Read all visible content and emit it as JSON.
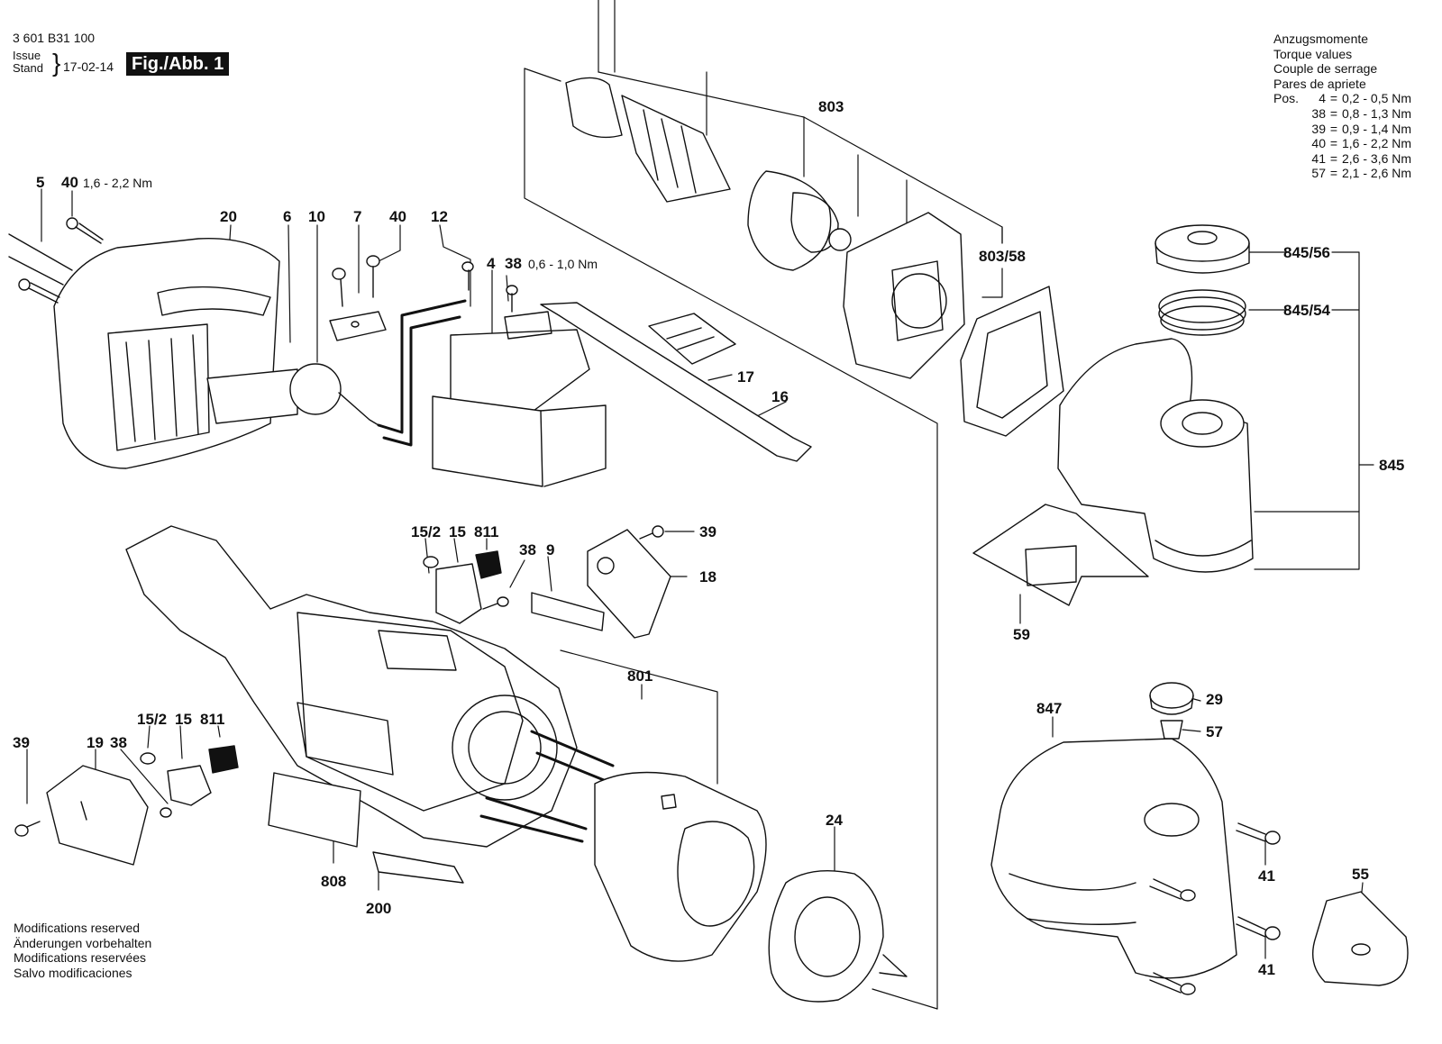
{
  "header": {
    "doc_number": "3 601 B31 100",
    "issue_label": "Issue",
    "stand_label": "Stand",
    "issue_date": "17-02-14",
    "figure_title": "Fig./Abb. 1"
  },
  "torque_table": {
    "headings": [
      "Anzugsmomente",
      "Torque values",
      "Couple de serrage",
      "Pares de apriete"
    ],
    "pos_label": "Pos.",
    "rows": [
      {
        "pos": "4",
        "value": "0,2 - 0,5 Nm"
      },
      {
        "pos": "38",
        "value": "0,8 - 1,3 Nm"
      },
      {
        "pos": "39",
        "value": "0,9 - 1,4 Nm"
      },
      {
        "pos": "40",
        "value": "1,6 - 2,2 Nm"
      },
      {
        "pos": "41",
        "value": "2,6 - 3,6 Nm"
      },
      {
        "pos": "57",
        "value": "2,1 - 2,6 Nm"
      }
    ]
  },
  "parts": {
    "p5": "5",
    "p40a": "40",
    "p20": "20",
    "p6": "6",
    "p10": "10",
    "p7": "7",
    "p40b": "40",
    "p12": "12",
    "p4": "4",
    "p38a": "38",
    "p803": "803",
    "p803_58": "803/58",
    "p17": "17",
    "p16": "16",
    "p845_56": "845/56",
    "p845_54": "845/54",
    "p845": "845",
    "p15_2a": "15/2",
    "p15a": "15",
    "p811a": "811",
    "p38b": "38",
    "p9": "9",
    "p39a": "39",
    "p18": "18",
    "p59": "59",
    "p801": "801",
    "p39b": "39",
    "p19": "19",
    "p38c": "38",
    "p15_2b": "15/2",
    "p15b": "15",
    "p811b": "811",
    "p808": "808",
    "p200": "200",
    "p24": "24",
    "p847": "847",
    "p29": "29",
    "p57": "57",
    "p41a": "41",
    "p41b": "41",
    "p55": "55"
  },
  "torque_notes": {
    "p40a": "1,6 - 2,2 Nm",
    "p38a": "0,6 - 1,0 Nm"
  },
  "footer": {
    "lines": [
      "Modifications reserved",
      "Änderungen vorbehalten",
      "Modifications reservées",
      "Salvo modificaciones"
    ]
  }
}
